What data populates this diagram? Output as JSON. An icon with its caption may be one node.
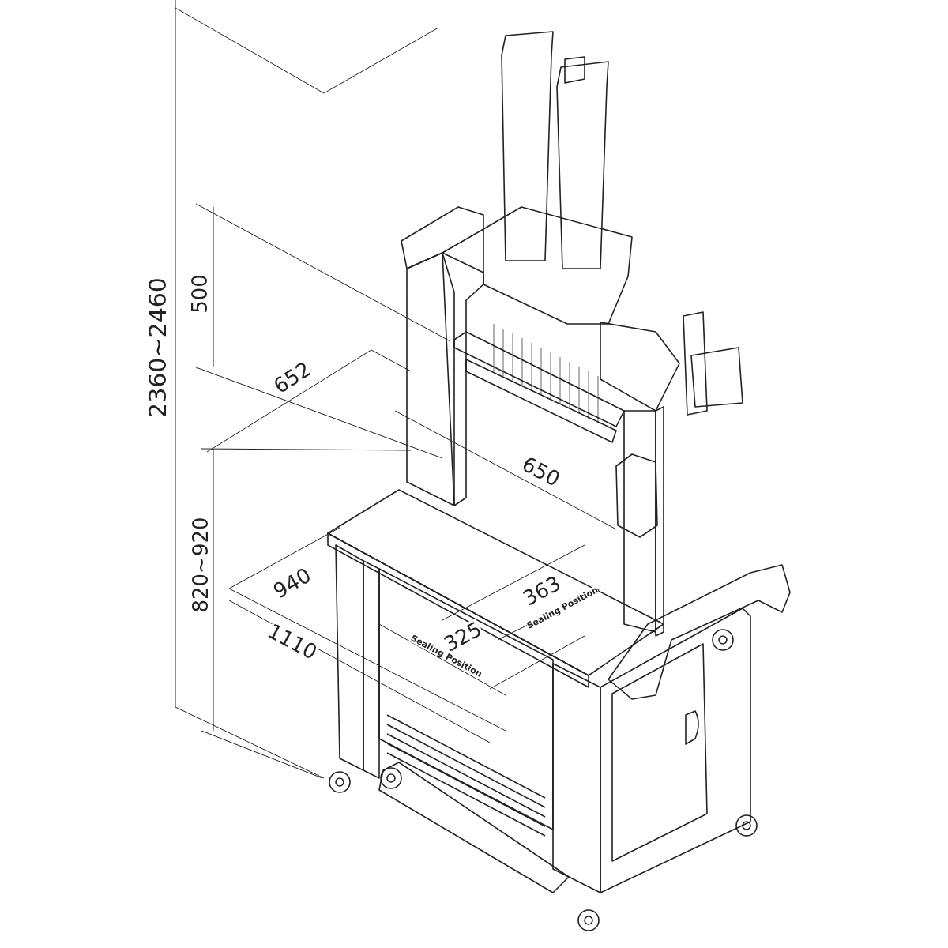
{
  "diagram": {
    "labels": [
      "2360~2460",
      "500",
      "652",
      "650",
      "820~920",
      "940",
      "363",
      "Sealing Position",
      "1110",
      "325",
      "Sealing Position"
    ]
  }
}
